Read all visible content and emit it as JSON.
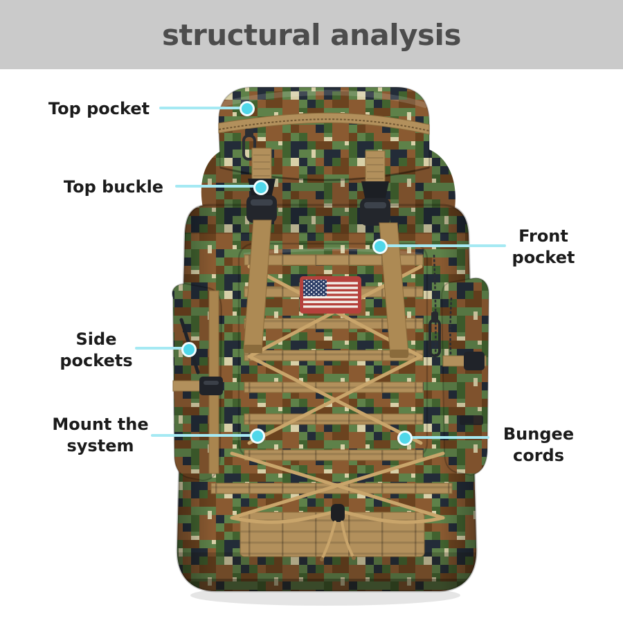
{
  "header": {
    "title": "structural analysis"
  },
  "callouts": {
    "top_pocket": {
      "label": "Top pocket"
    },
    "top_buckle": {
      "label": "Top buckle"
    },
    "front_pocket": {
      "label": "Front pocket"
    },
    "side_pockets": {
      "label": "Side pockets"
    },
    "mount_system": {
      "label": "Mount the system"
    },
    "bungee_cords": {
      "label": "Bungee cords"
    }
  },
  "image": {
    "subject": "digital woodland camouflage tactical backpack, front view",
    "patch": "US flag patch"
  },
  "colors": {
    "header_bg": "#cacaca",
    "header_text": "#4c4c4c",
    "label_text": "#1b1b1b",
    "callout_dot": "#50d7e9",
    "callout_dot_ring": "#f2fdfe",
    "callout_line": "#a5e9f3",
    "camo_green": "#5e8149",
    "camo_dark_green": "#41622f",
    "camo_brown": "#8a5a31",
    "camo_dark_brown": "#6b431f",
    "camo_black": "#232c38",
    "camo_cream": "#d8d0a8",
    "webbing_tan": "#b2905c",
    "flag_red": "#b5413c",
    "flag_blue": "#2e3f68"
  }
}
